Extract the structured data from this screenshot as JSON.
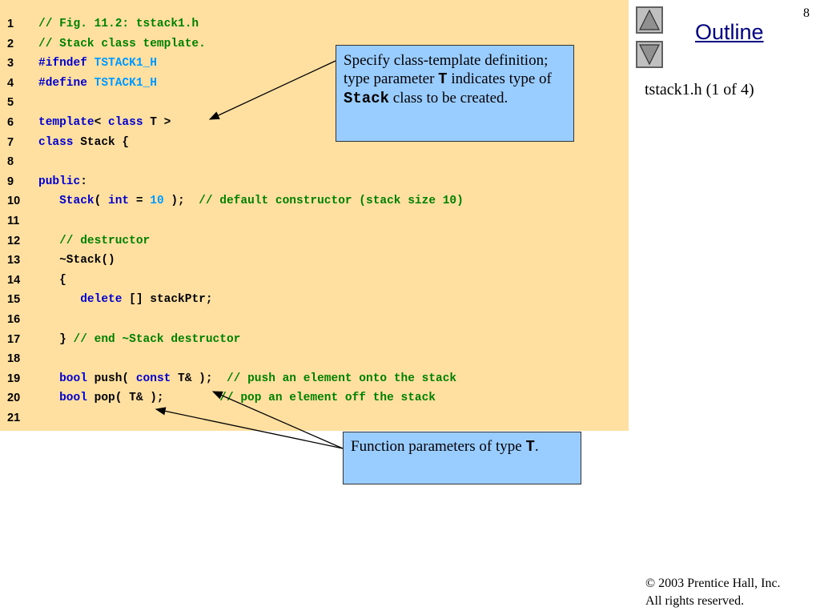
{
  "slide": {
    "page_number": "8",
    "outline_label": "Outline",
    "file_label": "tstack1.h (1 of 4)",
    "copyright_symbol": "©",
    "copyright_line1": " 2003 Prentice Hall, Inc.",
    "copyright_line2": "All rights reserved."
  },
  "nav": {
    "prev_icon": "triangle-up-icon",
    "next_icon": "triangle-down-icon"
  },
  "code_lines": [
    {
      "n": "1",
      "tokens": [
        {
          "t": "comment",
          "s": "// Fig. 11.2: tstack1.h"
        }
      ]
    },
    {
      "n": "2",
      "tokens": [
        {
          "t": "comment",
          "s": "// Stack class template."
        }
      ]
    },
    {
      "n": "3",
      "tokens": [
        {
          "t": "keyword",
          "s": "#ifndef"
        },
        {
          "t": "plain",
          "s": " "
        },
        {
          "t": "macro",
          "s": "TSTACK1_H"
        }
      ]
    },
    {
      "n": "4",
      "tokens": [
        {
          "t": "keyword",
          "s": "#define"
        },
        {
          "t": "plain",
          "s": " "
        },
        {
          "t": "macro",
          "s": "TSTACK1_H"
        }
      ]
    },
    {
      "n": "5",
      "tokens": []
    },
    {
      "n": "6",
      "tokens": [
        {
          "t": "keyword",
          "s": "template"
        },
        {
          "t": "plain",
          "s": "< "
        },
        {
          "t": "keyword",
          "s": "class"
        },
        {
          "t": "plain",
          "s": " T >"
        }
      ]
    },
    {
      "n": "7",
      "tokens": [
        {
          "t": "keyword",
          "s": "class"
        },
        {
          "t": "plain",
          "s": " Stack {"
        }
      ]
    },
    {
      "n": "8",
      "tokens": []
    },
    {
      "n": "9",
      "tokens": [
        {
          "t": "keyword",
          "s": "public"
        },
        {
          "t": "plain",
          "s": ":"
        }
      ]
    },
    {
      "n": "10",
      "tokens": [
        {
          "t": "plain",
          "s": "   "
        },
        {
          "t": "keyword",
          "s": "Stack"
        },
        {
          "t": "plain",
          "s": "( "
        },
        {
          "t": "keyword",
          "s": "int"
        },
        {
          "t": "plain",
          "s": " = "
        },
        {
          "t": "number",
          "s": "10"
        },
        {
          "t": "plain",
          "s": " );  "
        },
        {
          "t": "comment",
          "s": "// default constructor (stack size 10)"
        }
      ]
    },
    {
      "n": "11",
      "tokens": []
    },
    {
      "n": "12",
      "tokens": [
        {
          "t": "plain",
          "s": "   "
        },
        {
          "t": "comment",
          "s": "// destructor"
        }
      ]
    },
    {
      "n": "13",
      "tokens": [
        {
          "t": "plain",
          "s": "   ~Stack()"
        }
      ]
    },
    {
      "n": "14",
      "tokens": [
        {
          "t": "plain",
          "s": "   {"
        }
      ]
    },
    {
      "n": "15",
      "tokens": [
        {
          "t": "plain",
          "s": "      "
        },
        {
          "t": "keyword",
          "s": "delete"
        },
        {
          "t": "plain",
          "s": " [] stackPtr;"
        }
      ]
    },
    {
      "n": "16",
      "tokens": []
    },
    {
      "n": "17",
      "tokens": [
        {
          "t": "plain",
          "s": "   } "
        },
        {
          "t": "comment",
          "s": "// end ~Stack destructor"
        }
      ]
    },
    {
      "n": "18",
      "tokens": []
    },
    {
      "n": "19",
      "tokens": [
        {
          "t": "plain",
          "s": "   "
        },
        {
          "t": "keyword",
          "s": "bool"
        },
        {
          "t": "plain",
          "s": " push( "
        },
        {
          "t": "keyword",
          "s": "const"
        },
        {
          "t": "plain",
          "s": " T& );  "
        },
        {
          "t": "comment",
          "s": "// push an element onto the stack"
        }
      ]
    },
    {
      "n": "20",
      "tokens": [
        {
          "t": "plain",
          "s": "   "
        },
        {
          "t": "keyword",
          "s": "bool"
        },
        {
          "t": "plain",
          "s": " pop( T& );        "
        },
        {
          "t": "comment",
          "s": "// pop an element off the stack"
        }
      ]
    },
    {
      "n": "21",
      "tokens": []
    }
  ],
  "callout1": {
    "part1": "Specify class-template definition; type parameter ",
    "code1": "T",
    "part2": " indicates type of ",
    "code2": "Stack",
    "part3": " class to be created."
  },
  "callout2": {
    "part1": "Function parameters of type ",
    "code1": "T",
    "part2": "."
  },
  "colors": {
    "code_background": "#ffe0a0",
    "callout_background": "#99ccff",
    "comment": "#008000",
    "keyword": "#0000cc",
    "literal": "#0099ff"
  }
}
